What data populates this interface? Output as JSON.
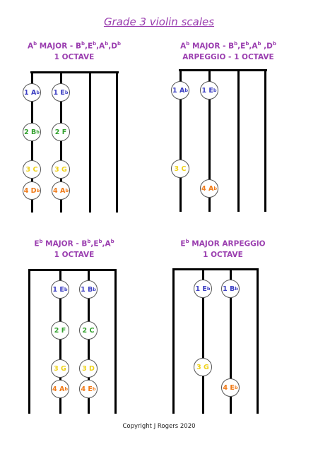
{
  "title": "Grade 3 violin scales",
  "copyright": "Copyright J Rogers 2020",
  "panels": [
    {
      "line1": [
        "A",
        "b",
        " MAJOR - B",
        "b",
        ",E",
        "b",
        ",A",
        "b",
        ",D",
        "b"
      ],
      "line2": "1 OCTAVE",
      "notes": [
        [
          "1 A",
          "b"
        ],
        [
          "1 E",
          "b"
        ],
        [
          "2 B",
          "b"
        ],
        [
          "2 F",
          ""
        ],
        [
          "3 C",
          ""
        ],
        [
          "3 G",
          ""
        ],
        [
          "4 D",
          "b"
        ],
        [
          "4 A",
          "b"
        ]
      ]
    },
    {
      "line1": [
        "A",
        "b",
        " MAJOR - B",
        "b",
        ",E",
        "b",
        ",A",
        "b",
        " ,D",
        "b"
      ],
      "line2": "ARPEGGIO - 1 OCTAVE",
      "notes": [
        [
          "1 A",
          "b"
        ],
        [
          "1 E",
          "b"
        ],
        [
          "3 C",
          ""
        ],
        [
          "4 A",
          "b"
        ]
      ]
    },
    {
      "line1": [
        "E",
        "b",
        " MAJOR - B",
        "b",
        ",E",
        "b",
        ",A",
        "b"
      ],
      "line2": "1 OCTAVE",
      "notes": [
        [
          "1 E",
          "b"
        ],
        [
          "1 B",
          "b"
        ],
        [
          "2 F",
          ""
        ],
        [
          "2 C",
          ""
        ],
        [
          "3 G",
          ""
        ],
        [
          "3 D",
          ""
        ],
        [
          "4 A",
          "b"
        ],
        [
          "4 E",
          "b"
        ]
      ]
    },
    {
      "line1": [
        "E",
        "b",
        " MAJOR ARPEGGIO"
      ],
      "line2": "1 OCTAVE",
      "notes": [
        [
          "1 E",
          "b"
        ],
        [
          "1 B",
          "b"
        ],
        [
          "3 G",
          ""
        ],
        [
          "4 E",
          "b"
        ]
      ]
    }
  ],
  "colors": {
    "title": "#9b3fb0",
    "finger1": "#3b3ec2",
    "finger2": "#33a12e",
    "finger3": "#efd21a",
    "finger4": "#f07a18"
  }
}
